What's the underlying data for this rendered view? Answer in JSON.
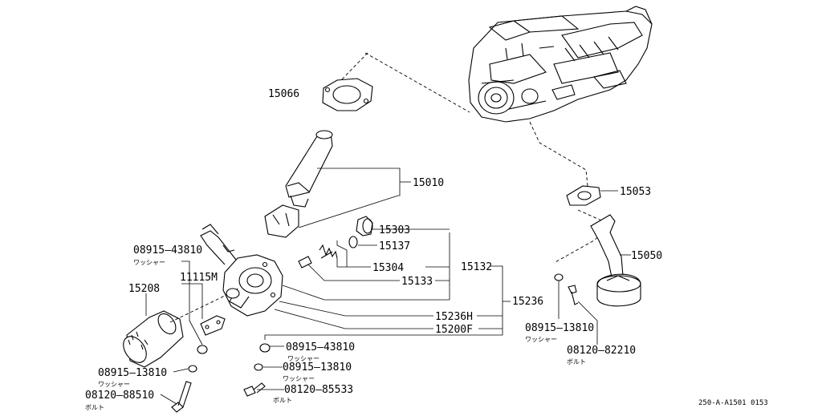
{
  "labels": {
    "p15066": "15066",
    "p15010": "15010",
    "p15053": "15053",
    "p15303": "15303",
    "p15137": "15137",
    "p15304": "15304",
    "p15133": "15133",
    "p15132": "15132",
    "p15050": "15050",
    "p15236": "15236",
    "p15236h": "15236H",
    "p15200f": "15200F",
    "p15208": "15208",
    "p11115m": "11115M",
    "p08915_43810_top": "08915—43810",
    "p08915_43810_mid": "08915—43810",
    "p08915_13810_mid": "08915—13810",
    "p08915_13810_left": "08915—13810",
    "p08915_13810_right": "08915—13810",
    "p08120_85533": "08120—85533",
    "p08120_88510": "08120—88510",
    "p08120_82210": "08120—82210",
    "ref_code": "250-A-A1501 0153"
  },
  "captions": {
    "washer": "ワッシャー",
    "bolt": "ボルト"
  }
}
